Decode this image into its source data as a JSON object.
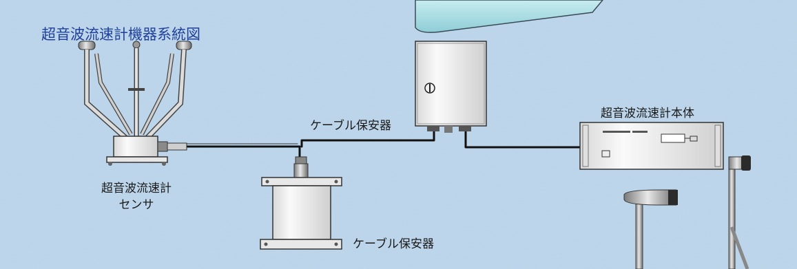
{
  "diagram": {
    "title": "超音波流速計機器系統図",
    "labels": {
      "sensor_line1": "超音波流速計",
      "sensor_line2": "センサ",
      "cable_protector_upper": "ケーブル保安器",
      "cable_protector_lower": "ケーブル保安器",
      "main_unit": "超音波流速計本体"
    }
  },
  "colors": {
    "background": "#b9d3e8",
    "title": "#1f3f9a",
    "cable": "#111111",
    "equipment_body": "#f4f4f2",
    "top_panel": "#a9dbe2"
  }
}
